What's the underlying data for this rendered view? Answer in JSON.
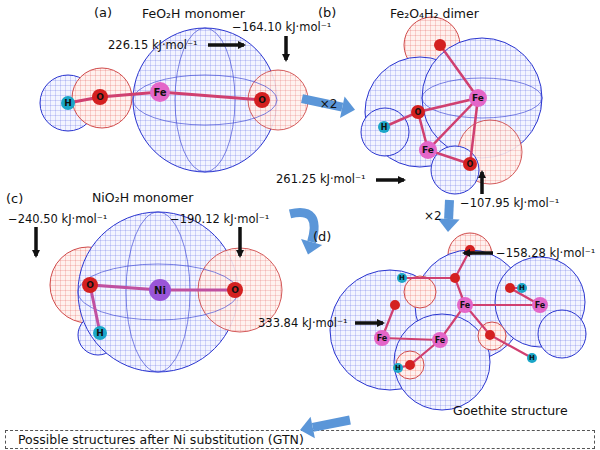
{
  "diagram": {
    "nodes": [
      {
        "text": [
          "FeO₂H monomer"
        ]
      },
      {
        "text": [
          "Fe₂O₄H₂ dimer"
        ]
      },
      {
        "text": [
          "NiO₂H monomer"
        ]
      },
      {
        "text": [
          "Goethite structure"
        ]
      },
      {
        "text": [
          "Possible structures after Ni substitution (GTN)"
        ]
      }
    ],
    "edges": [
      {
        "from": 0,
        "to": 1,
        "arrow": "to",
        "label": "×2"
      },
      {
        "from": 1,
        "to": 3,
        "arrow": "to",
        "label": "×2"
      },
      {
        "from": 2,
        "to": 3,
        "arrow": "to"
      },
      {
        "from": 3,
        "to": 4,
        "arrow": "to"
      }
    ],
    "labels": [
      "(a)",
      "(b)",
      "(c)",
      "(d)",
      "226.15 kJ·mol⁻¹",
      "−164.10 kJ·mol⁻¹",
      "261.25 kJ·mol⁻¹",
      "−107.95 kJ·mol⁻¹",
      "−240.50 kJ·mol⁻¹",
      "−190.12 kJ·mol⁻¹",
      "−158.28 kJ·mol⁻¹",
      "333.84 kJ·mol⁻¹",
      "H",
      "O",
      "Fe",
      "O",
      "H",
      "O",
      "Fe",
      "Fe",
      "O",
      "O",
      "Ni",
      "O",
      "H",
      "Fe",
      "Fe",
      "Fe",
      "Fe",
      "H",
      "H",
      "H",
      "H"
    ]
  }
}
